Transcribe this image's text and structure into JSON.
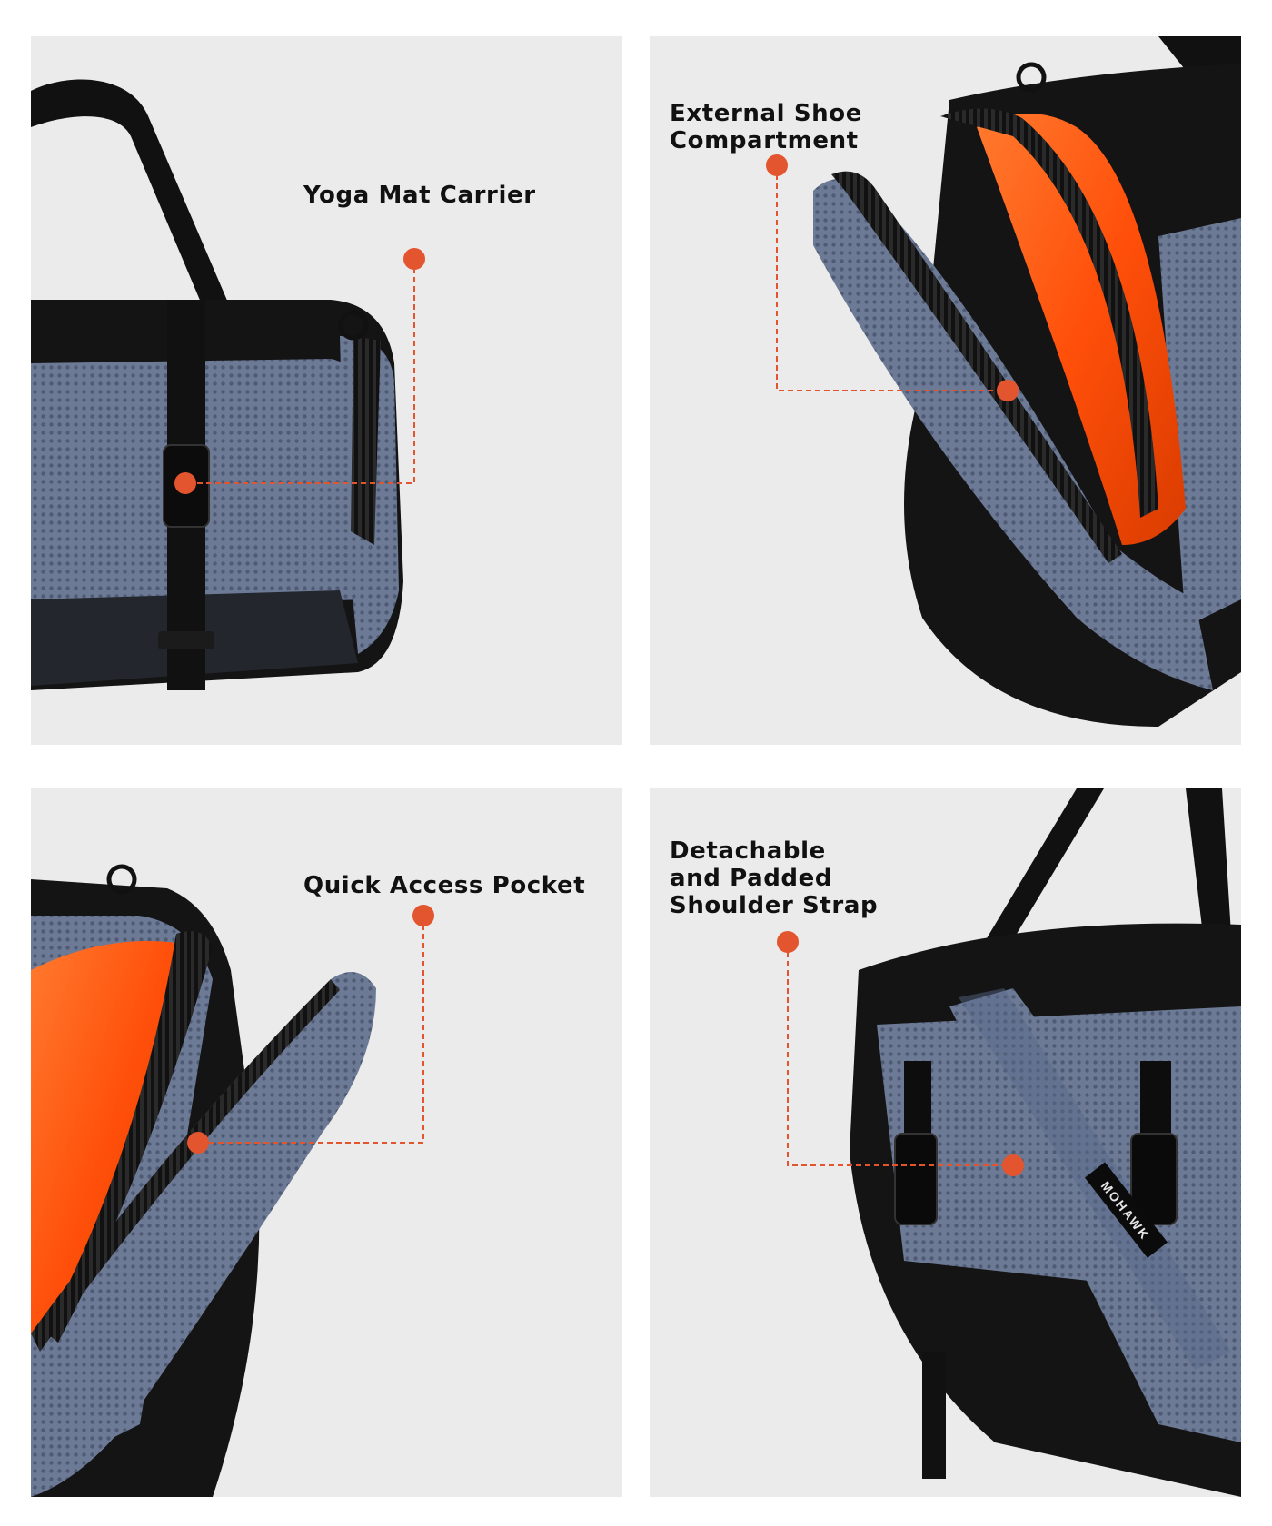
{
  "panels": [
    {
      "id": "yoga",
      "label": "Yoga Mat Carrier"
    },
    {
      "id": "shoe",
      "label": "External Shoe\nCompartment"
    },
    {
      "id": "pocket",
      "label": "Quick Access Pocket"
    },
    {
      "id": "strap",
      "label": "Detachable\nand Padded\nShoulder Strap",
      "brand": "MOHAWK"
    }
  ],
  "colors": {
    "background": "#ebebeb",
    "accent": "#e2552e",
    "mesh": "#6c7a96",
    "bag": "#141414",
    "lining": "#ff5a14"
  }
}
